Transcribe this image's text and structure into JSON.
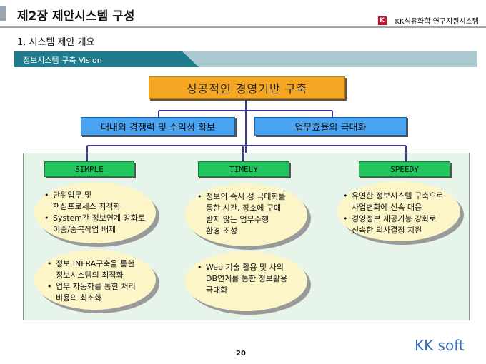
{
  "header": {
    "title": "제2장 제안시스템 구성",
    "brand_logo": "K",
    "brand_text": "KK석유화학 연구지원시스템"
  },
  "section": {
    "heading": "1. 시스템 제안 개요",
    "vision_label": "정보시스템 구축 Vision"
  },
  "diagram": {
    "top": "성공적인 경영기반 구축",
    "mid_left": "대내외 경쟁력 및 수익성 확보",
    "mid_right": "업무효율의 극대화",
    "categories": [
      "SIMPLE",
      "TIMELY",
      "SPEEDY"
    ],
    "simple_1": [
      "단위업무 및",
      "핵심프로세스 최적화",
      "System간 정보연계 강화로",
      "이중/중복작업 배제"
    ],
    "simple_2": [
      "정보 INFRA구축을 통한",
      "정보시스템의 최적화",
      "업무 자동화를 통한 처리",
      "비용의 최소화"
    ],
    "timely_1": [
      "정보의 즉시 성 극대화를",
      "통한 시간, 장소에 구애",
      "받지 않는 업무수행",
      "환경 조성"
    ],
    "timely_2": [
      "Web 기술 활용 및 사외",
      "DB연계를 통한 정보활용",
      "극대화"
    ],
    "speedy_1": [
      "유연한 정보시스템 구축으로",
      "사업변화에 신속 대응",
      "경영정보 제공기능 강화로",
      "신속한 의사결정 지원"
    ]
  },
  "footer": {
    "page": "20",
    "company": "KK soft"
  },
  "colors": {
    "top_box": "#f5a623",
    "mid_box": "#4aa3f0",
    "category_box": "#22c55e",
    "green_area": "#e6f4ea",
    "oval": "#fbf5c8",
    "vision_dark": "#1f7a8c"
  }
}
